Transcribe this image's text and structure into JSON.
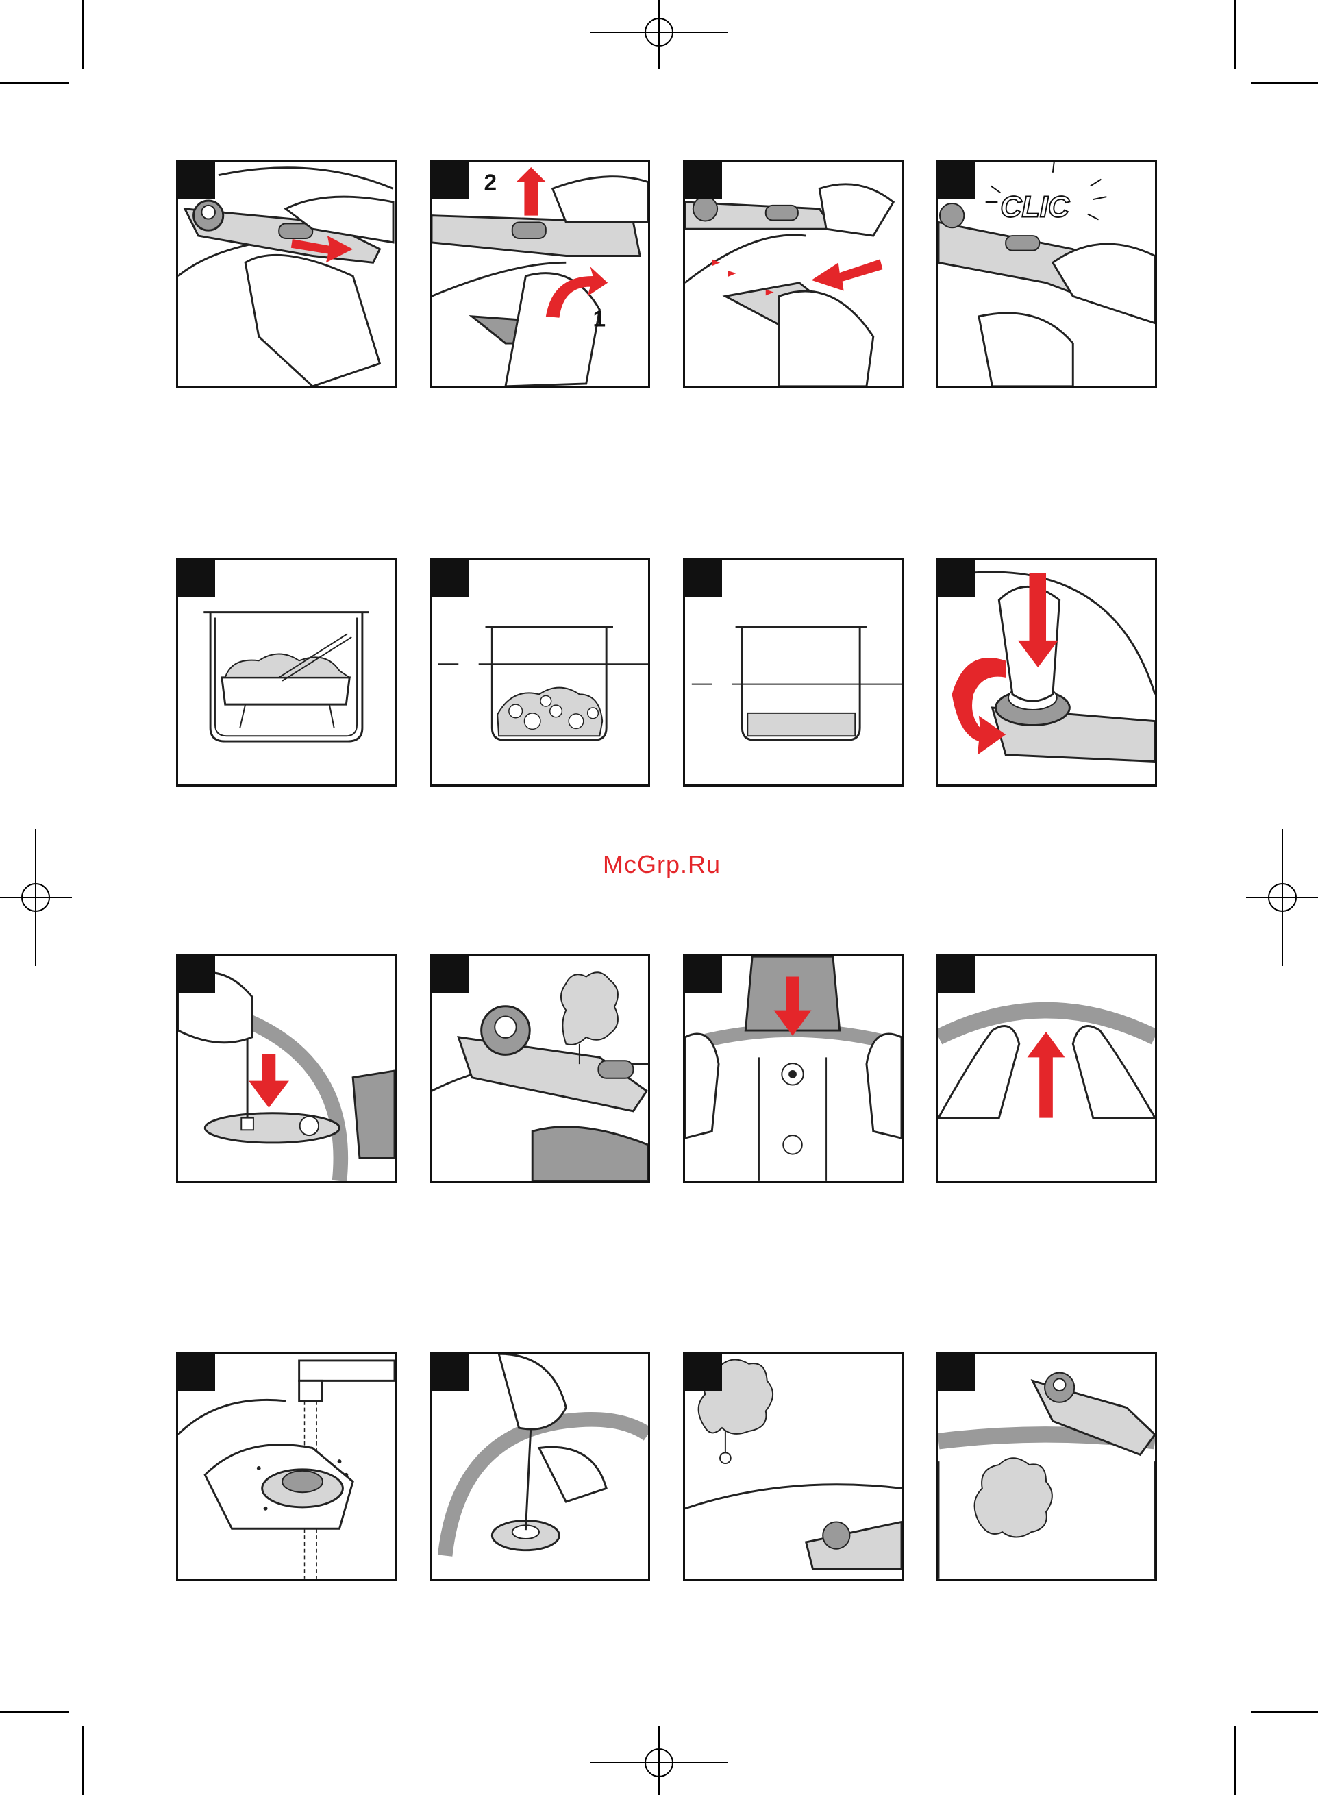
{
  "page": {
    "watermark": "McGrp.Ru"
  },
  "panels": [
    {
      "id": "r1c1",
      "caption": "",
      "row": 1,
      "col": 1,
      "subject": "open-handle-push-button"
    },
    {
      "id": "r1c2",
      "caption": "",
      "row": 1,
      "col": 2,
      "subject": "lift-handle-steps",
      "labels": [
        "2",
        "1"
      ]
    },
    {
      "id": "r1c3",
      "caption": "",
      "row": 1,
      "col": 3,
      "subject": "align-markers"
    },
    {
      "id": "r1c4",
      "caption": "",
      "row": 1,
      "col": 4,
      "subject": "close-handle-click",
      "labels": [
        "CLIC"
      ]
    },
    {
      "id": "r2c1",
      "caption": "",
      "row": 2,
      "col": 1,
      "subject": "steam-basket"
    },
    {
      "id": "r2c2",
      "caption": "",
      "row": 2,
      "col": 2,
      "subject": "fill-level-vegetables"
    },
    {
      "id": "r2c3",
      "caption": "",
      "row": 2,
      "col": 3,
      "subject": "fill-level-grains"
    },
    {
      "id": "r2c4",
      "caption": "",
      "row": 2,
      "col": 4,
      "subject": "rotate-valve"
    },
    {
      "id": "r3c1",
      "caption": "",
      "row": 3,
      "col": 1,
      "subject": "clean-valve-needle"
    },
    {
      "id": "r3c2",
      "caption": "",
      "row": 3,
      "col": 2,
      "subject": "steam-release"
    },
    {
      "id": "r3c3",
      "caption": "",
      "row": 3,
      "col": 3,
      "subject": "gasket-notch-down"
    },
    {
      "id": "r3c4",
      "caption": "",
      "row": 3,
      "col": 4,
      "subject": "gasket-notch-up"
    },
    {
      "id": "r4c1",
      "caption": "",
      "row": 4,
      "col": 1,
      "subject": "rinse-valve-under-tap"
    },
    {
      "id": "r4c2",
      "caption": "",
      "row": 4,
      "col": 2,
      "subject": "clean-safety-valve"
    },
    {
      "id": "r4c3",
      "caption": "",
      "row": 4,
      "col": 3,
      "subject": "safety-steam-top"
    },
    {
      "id": "r4c4",
      "caption": "",
      "row": 4,
      "col": 4,
      "subject": "safety-steam-bottom"
    }
  ],
  "colors": {
    "accent": "#e4262a",
    "ink": "#111111",
    "gray": "#9a9a9a",
    "light": "#d6d6d6"
  }
}
